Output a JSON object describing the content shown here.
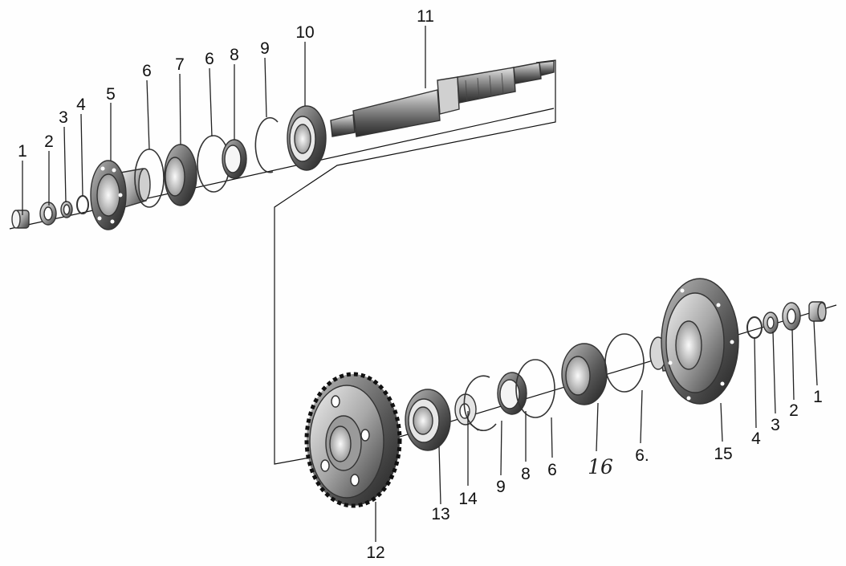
{
  "figure": {
    "callouts": {
      "upper": [
        "1",
        "2",
        "3",
        "4",
        "5",
        "6",
        "7",
        "6",
        "8",
        "9",
        "10",
        "11"
      ],
      "lower": [
        "12",
        "13",
        "14",
        "9",
        "8",
        "6",
        "16",
        "6.",
        "15",
        "4",
        "3",
        "2",
        "1"
      ]
    }
  }
}
